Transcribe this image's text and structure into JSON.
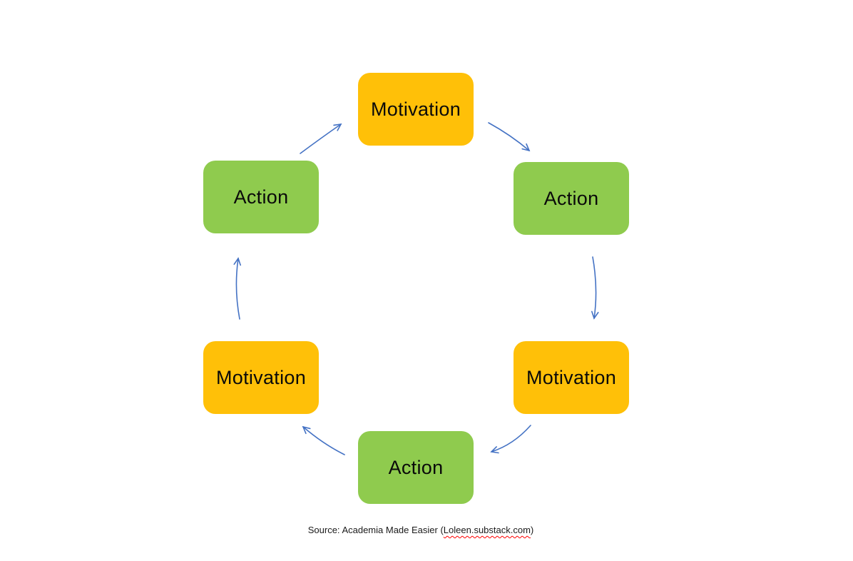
{
  "diagram": {
    "type": "cycle",
    "flow": "clockwise",
    "arrow_color": "#4472C4",
    "node_colors": {
      "motivation": "#FFC008",
      "action": "#8FCB4E"
    },
    "nodes": [
      {
        "id": "motivation-top",
        "label": "Motivation",
        "color": "#FFC008"
      },
      {
        "id": "action-top-right",
        "label": "Action",
        "color": "#8FCB4E"
      },
      {
        "id": "motivation-right",
        "label": "Motivation",
        "color": "#FFC008"
      },
      {
        "id": "action-bottom",
        "label": "Action",
        "color": "#8FCB4E"
      },
      {
        "id": "motivation-left",
        "label": "Motivation",
        "color": "#FFC008"
      },
      {
        "id": "action-top-left",
        "label": "Action",
        "color": "#8FCB4E"
      }
    ]
  },
  "caption": {
    "prefix": "Source: Academia Made Easier (",
    "flagged_text": "Loleen.substack.com",
    "suffix": ")",
    "squiggle_color": "#FF0000"
  }
}
